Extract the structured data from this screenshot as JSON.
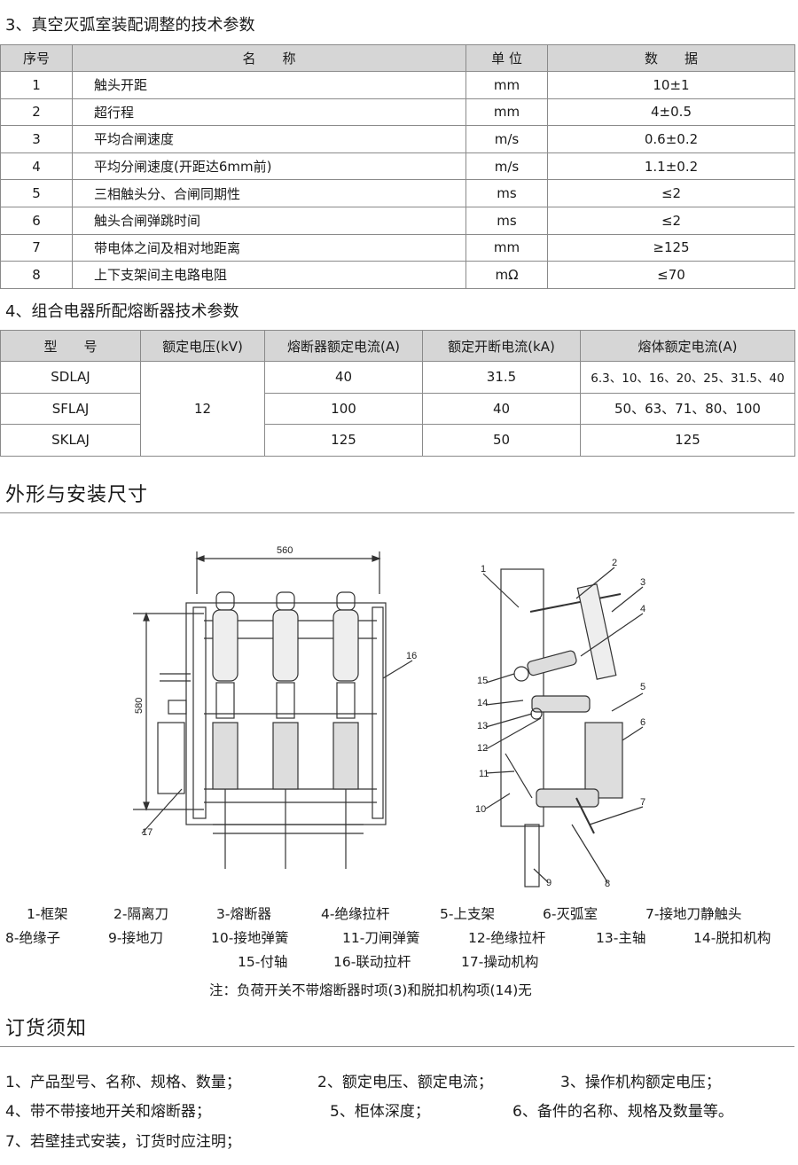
{
  "section3": {
    "title": "3、真空灭弧室装配调整的技术参数",
    "headers": [
      "序号",
      "名　　称",
      "单 位",
      "数　　据"
    ],
    "rows": [
      [
        "1",
        "触头开距",
        "mm",
        "10±1"
      ],
      [
        "2",
        "超行程",
        "mm",
        "4±0.5"
      ],
      [
        "3",
        "平均合闸速度",
        "m/s",
        "0.6±0.2"
      ],
      [
        "4",
        "平均分闸速度(开距达6mm前)",
        "m/s",
        "1.1±0.2"
      ],
      [
        "5",
        "三相触头分、合闸同期性",
        "ms",
        "≤2"
      ],
      [
        "6",
        "触头合闸弹跳时间",
        "ms",
        "≤2"
      ],
      [
        "7",
        "带电体之间及相对地距离",
        "mm",
        "≥125"
      ],
      [
        "8",
        "上下支架间主电路电阻",
        "mΩ",
        "≤70"
      ]
    ]
  },
  "section4": {
    "title": "4、组合电器所配熔断器技术参数",
    "headers": [
      "型　　号",
      "额定电压(kV)",
      "熔断器额定电流(A)",
      "额定开断电流(kA)",
      "熔体额定电流(A)"
    ],
    "voltage": "12",
    "rows": [
      [
        "SDLAJ",
        "40",
        "31.5",
        "6.3、10、16、20、25、31.5、40"
      ],
      [
        "SFLAJ",
        "100",
        "40",
        "50、63、71、80、100"
      ],
      [
        "SKLAJ",
        "125",
        "50",
        "125"
      ]
    ]
  },
  "dimensions": {
    "title": "外形与安装尺寸",
    "width_label": "560",
    "height_label": "580",
    "callouts_front": [
      "16",
      "17"
    ],
    "callouts_side": [
      "1",
      "2",
      "3",
      "4",
      "5",
      "6",
      "7",
      "8",
      "9",
      "10",
      "11",
      "12",
      "13",
      "14",
      "15"
    ]
  },
  "legend": {
    "row1": [
      "1-框架",
      "2-隔离刀",
      "3-熔断器",
      "4-绝缘拉杆",
      "5-上支架",
      "6-灭弧室",
      "7-接地刀静触头"
    ],
    "row2": [
      "8-绝缘子",
      "9-接地刀",
      "10-接地弹簧",
      "11-刀闸弹簧",
      "12-绝缘拉杆",
      "13-主轴",
      "14-脱扣机构"
    ],
    "row3": [
      "15-付轴",
      "16-联动拉杆",
      "17-操动机构"
    ],
    "note": "注：负荷开关不带熔断器时项(3)和脱扣机构项(14)无"
  },
  "ordering": {
    "title": "订货须知",
    "line1": [
      "1、产品型号、名称、规格、数量；",
      "2、额定电压、额定电流；",
      "3、操作机构额定电压；"
    ],
    "line2": [
      "4、带不带接地开关和熔断器；",
      "5、柜体深度；",
      "6、备件的名称、规格及数量等。"
    ],
    "line3": [
      "7、若壁挂式安装，订货时应注明；"
    ]
  }
}
